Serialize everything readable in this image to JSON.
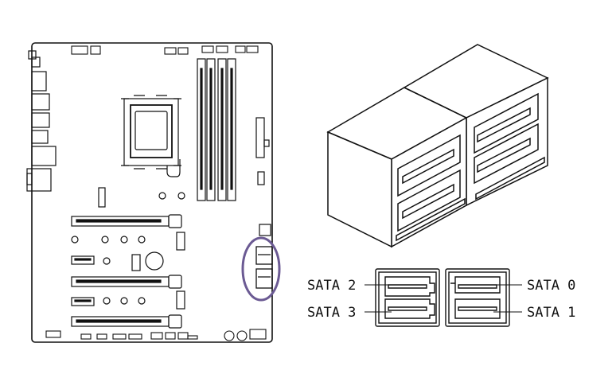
{
  "diagram": {
    "sata_labels": {
      "port_2": "SATA 2",
      "port_3": "SATA 3",
      "port_0": "SATA 0",
      "port_1": "SATA 1"
    },
    "highlight_color": "#6b5a93",
    "line_color": "#111111"
  }
}
